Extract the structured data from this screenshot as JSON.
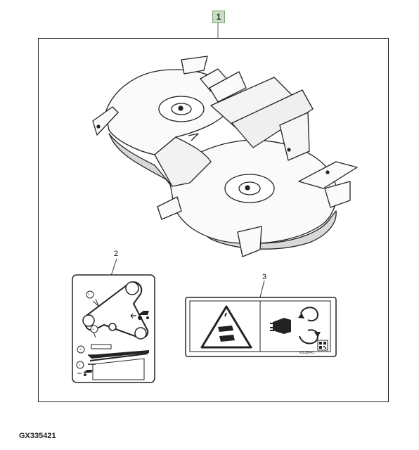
{
  "diagram": {
    "main_callout": "1",
    "decal_belt_callout": "2",
    "decal_warning_callout": "3",
    "figure_id": "GX335421",
    "warning_decal_code": "M118041",
    "belt_decal_step_1": "1",
    "belt_decal_step_2": "2",
    "colors": {
      "line": "#222222",
      "callout_fill": "#c9dec4",
      "callout_border": "#7fa176"
    }
  }
}
